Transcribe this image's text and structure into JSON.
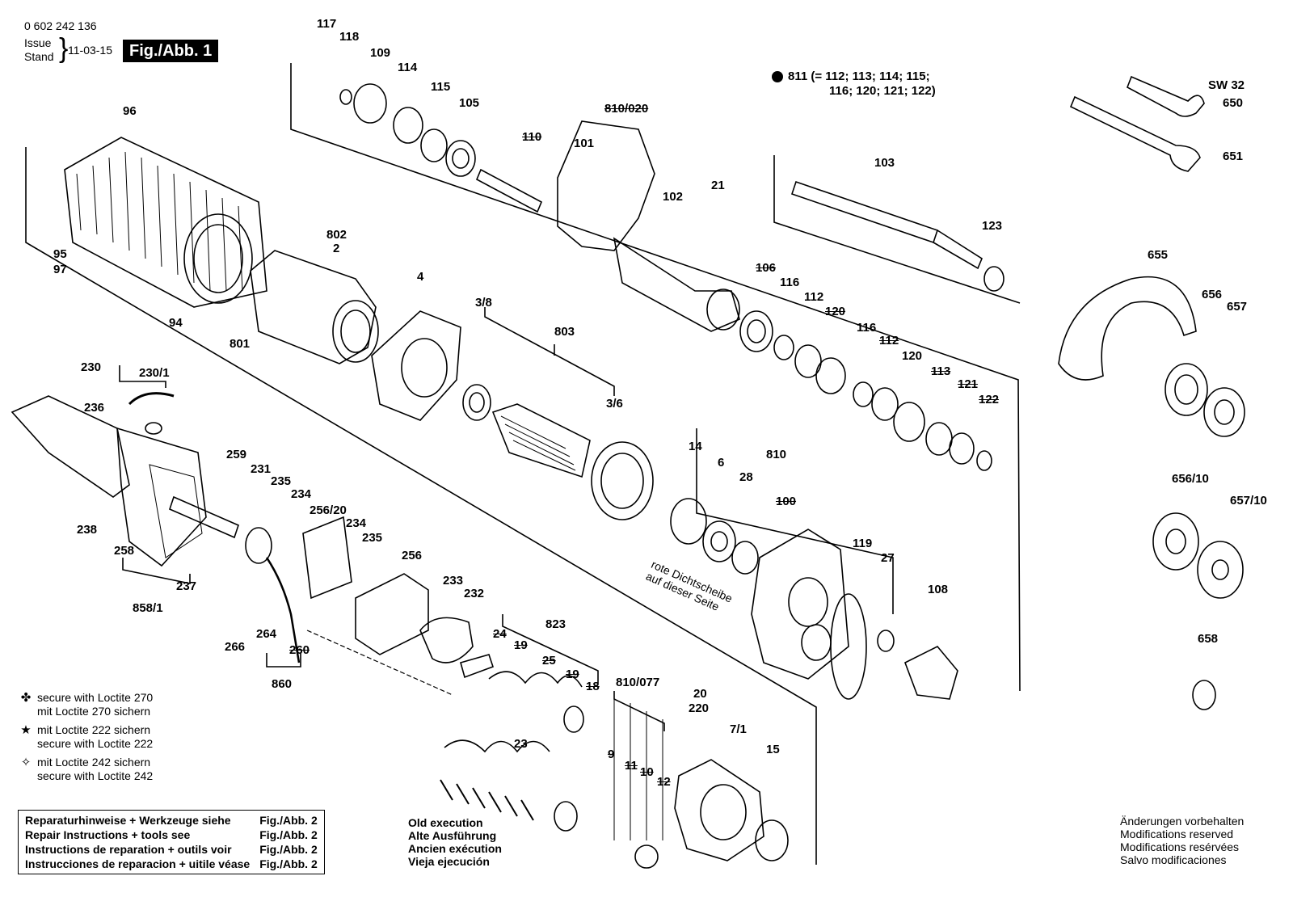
{
  "header": {
    "part_number": "0 602 242 136",
    "issue_label": "Issue",
    "stand_label": "Stand",
    "issue_date": "11-03-15",
    "fig_label": "Fig./Abb. 1"
  },
  "kit_811": {
    "line1": "811 (= 112; 113; 114; 115;",
    "line2": "116; 120; 121; 122)"
  },
  "part_labels": [
    "117",
    "118",
    "109",
    "114",
    "115",
    "105",
    "96",
    "110",
    "810/020",
    "101",
    "102",
    "21",
    "103",
    "123",
    "650",
    "651",
    "SW 32",
    "802",
    "2",
    "95",
    "97",
    "94",
    "801",
    "4",
    "3/8",
    "803",
    "3/6",
    "106",
    "116",
    "112",
    "120",
    "116",
    "112",
    "120",
    "113",
    "121",
    "122",
    "655",
    "656",
    "657",
    "230",
    "230/1",
    "236",
    "238",
    "259",
    "231",
    "235",
    "234",
    "256/20",
    "234",
    "235",
    "256",
    "233",
    "232",
    "258",
    "237",
    "858/1",
    "266",
    "264",
    "260",
    "860",
    "14",
    "6",
    "28",
    "810",
    "100",
    "119",
    "27",
    "108",
    "656/10",
    "657/10",
    "658",
    "823",
    "24",
    "19",
    "25",
    "19",
    "18",
    "810/077",
    "9",
    "11",
    "10",
    "12",
    "20",
    "220",
    "7/1",
    "15",
    "23"
  ],
  "annotation": {
    "line1": "rote Dichtscheibe",
    "line2": "auf dieser Seite"
  },
  "legend": [
    {
      "symbol_icon": "clover-icon",
      "glyph": "✤",
      "line1": "secure with Loctite 270",
      "line2": "mit Loctite 270 sichern"
    },
    {
      "symbol_icon": "star-icon",
      "glyph": "★",
      "line1": "mit Loctite 222 sichern",
      "line2": "secure with Loctite 222"
    },
    {
      "symbol_icon": "star-outline-icon",
      "glyph": "✧",
      "line1": "mit Loctite 242 sichern",
      "line2": "secure with Loctite 242"
    }
  ],
  "repair_table": [
    {
      "text": "Reparaturhinweise + Werkzeuge siehe",
      "ref": "Fig./Abb. 2"
    },
    {
      "text": "Repair Instructions + tools see",
      "ref": "Fig./Abb. 2"
    },
    {
      "text": "Instructions de reparation + outils voir",
      "ref": "Fig./Abb. 2"
    },
    {
      "text": "Instrucciones de reparacion + uitile véase",
      "ref": "Fig./Abb. 2"
    }
  ],
  "old_execution": [
    "Old execution",
    "Alte Ausführung",
    "Ancien exécution",
    "Vieja ejecución"
  ],
  "modifications": [
    "Änderungen vorbehalten",
    "Modifications reserved",
    "Modifications resérvées",
    "Salvo modificaciones"
  ]
}
